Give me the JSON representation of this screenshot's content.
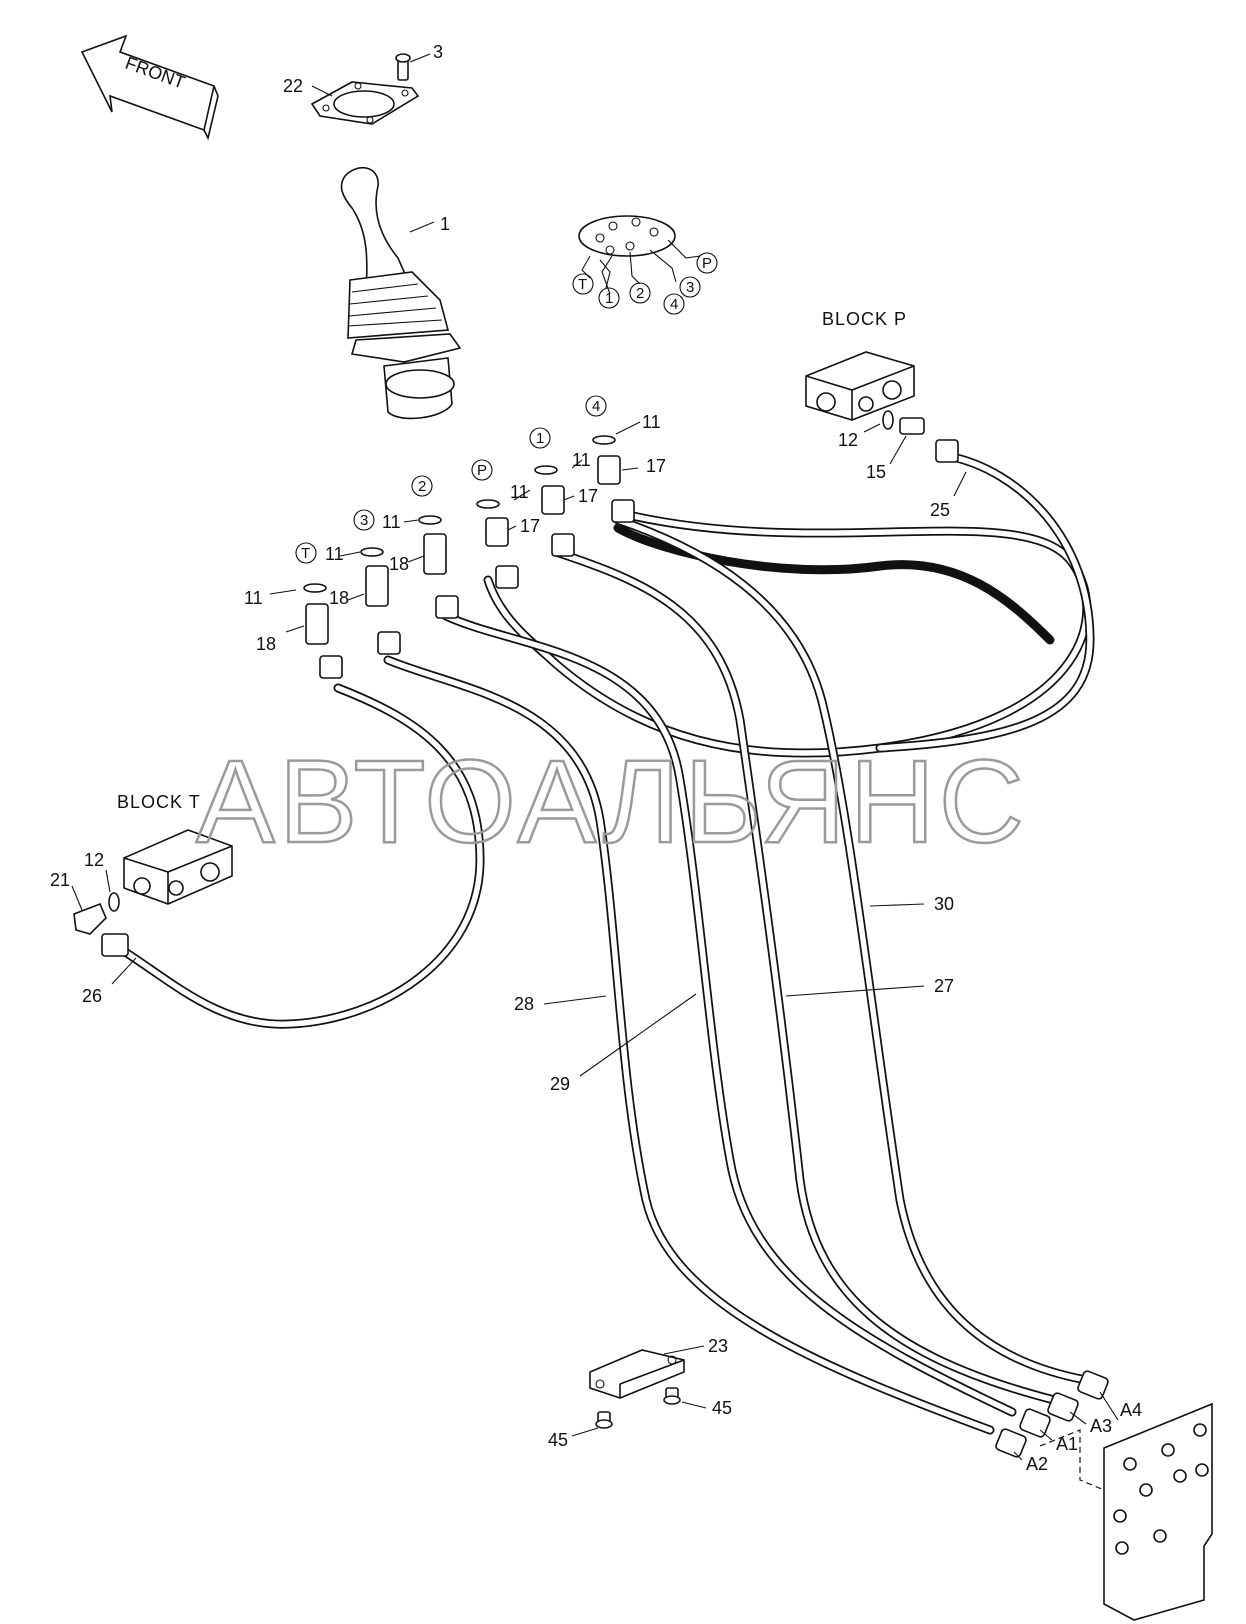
{
  "direction": {
    "label": "FRONT",
    "icon": "front-arrow-icon"
  },
  "blocks": [
    {
      "id": "block-p",
      "label": "BLOCK  P"
    },
    {
      "id": "block-t",
      "label": "BLOCK  T"
    }
  ],
  "ports": [
    "T",
    "1",
    "2",
    "3",
    "4",
    "P"
  ],
  "callouts": [
    {
      "id": "c1",
      "text": "1"
    },
    {
      "id": "c3",
      "text": "3"
    },
    {
      "id": "c22",
      "text": "22"
    },
    {
      "id": "c11a",
      "text": "11"
    },
    {
      "id": "c11b",
      "text": "11"
    },
    {
      "id": "c11c",
      "text": "11"
    },
    {
      "id": "c11d",
      "text": "11"
    },
    {
      "id": "c11e",
      "text": "11"
    },
    {
      "id": "c11f",
      "text": "11"
    },
    {
      "id": "c17a",
      "text": "17"
    },
    {
      "id": "c17b",
      "text": "17"
    },
    {
      "id": "c17c",
      "text": "17"
    },
    {
      "id": "c18a",
      "text": "18"
    },
    {
      "id": "c18b",
      "text": "18"
    },
    {
      "id": "c18c",
      "text": "18"
    },
    {
      "id": "c12p",
      "text": "12"
    },
    {
      "id": "c15",
      "text": "15"
    },
    {
      "id": "c25",
      "text": "25"
    },
    {
      "id": "c12t",
      "text": "12"
    },
    {
      "id": "c21",
      "text": "21"
    },
    {
      "id": "c26",
      "text": "26"
    },
    {
      "id": "c30",
      "text": "30"
    },
    {
      "id": "c27",
      "text": "27"
    },
    {
      "id": "c28",
      "text": "28"
    },
    {
      "id": "c29",
      "text": "29"
    },
    {
      "id": "c23",
      "text": "23"
    },
    {
      "id": "c45a",
      "text": "45"
    },
    {
      "id": "c45b",
      "text": "45"
    },
    {
      "id": "cA4",
      "text": "A4"
    },
    {
      "id": "cA3",
      "text": "A3"
    },
    {
      "id": "cA1",
      "text": "A1"
    },
    {
      "id": "cA2",
      "text": "A2"
    }
  ],
  "watermark": "АВТОАЛЬЯНС"
}
